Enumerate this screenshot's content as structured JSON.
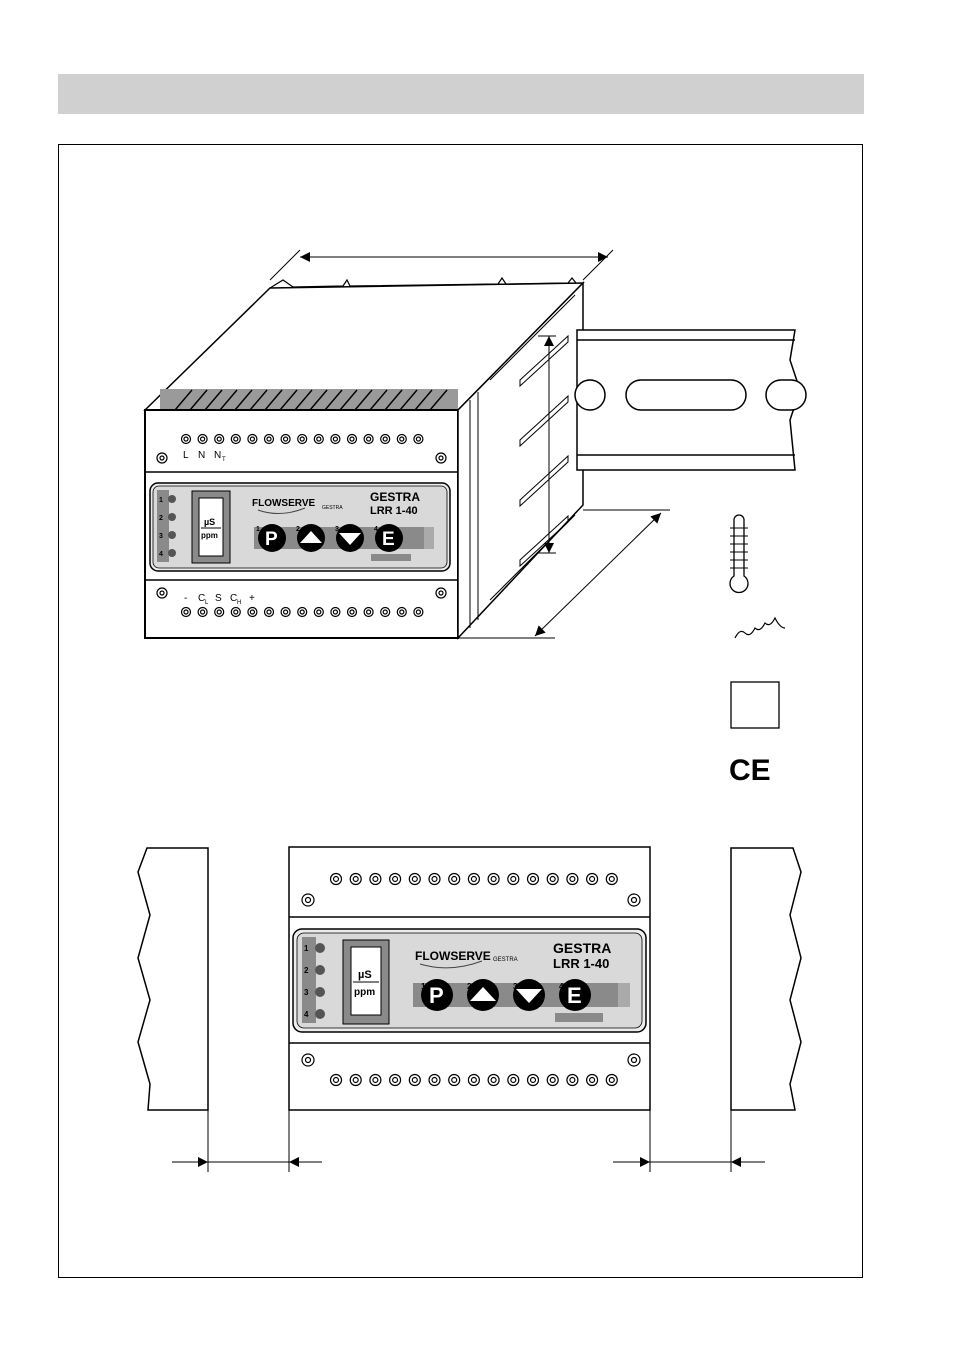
{
  "device": {
    "brand": "GESTRA",
    "model": "LRR 1-40",
    "logo_text": "FLOWSERVE",
    "logo_subtext": "GESTRA",
    "display_unit_top": "µS",
    "display_unit_bottom": "ppm",
    "led_labels": [
      "1",
      "2",
      "3",
      "4"
    ],
    "buttons": [
      {
        "number": "1",
        "label": "P"
      },
      {
        "number": "2",
        "label": "up-arrow"
      },
      {
        "number": "3",
        "label": "down-arrow"
      },
      {
        "number": "4",
        "label": "E"
      }
    ],
    "top_terminal_labels": [
      "L",
      "N",
      "N"
    ],
    "top_terminal_subscript": "T",
    "bottom_terminal_labels": [
      "-",
      "C",
      "S",
      "C",
      "+"
    ],
    "bottom_terminal_subscripts": [
      "L",
      "H"
    ]
  },
  "symbols": {
    "ce_mark": "CE",
    "icons": [
      "thermometer-icon",
      "humidity-wave-icon",
      "enclosure-box-icon",
      "ce-mark-icon"
    ]
  }
}
